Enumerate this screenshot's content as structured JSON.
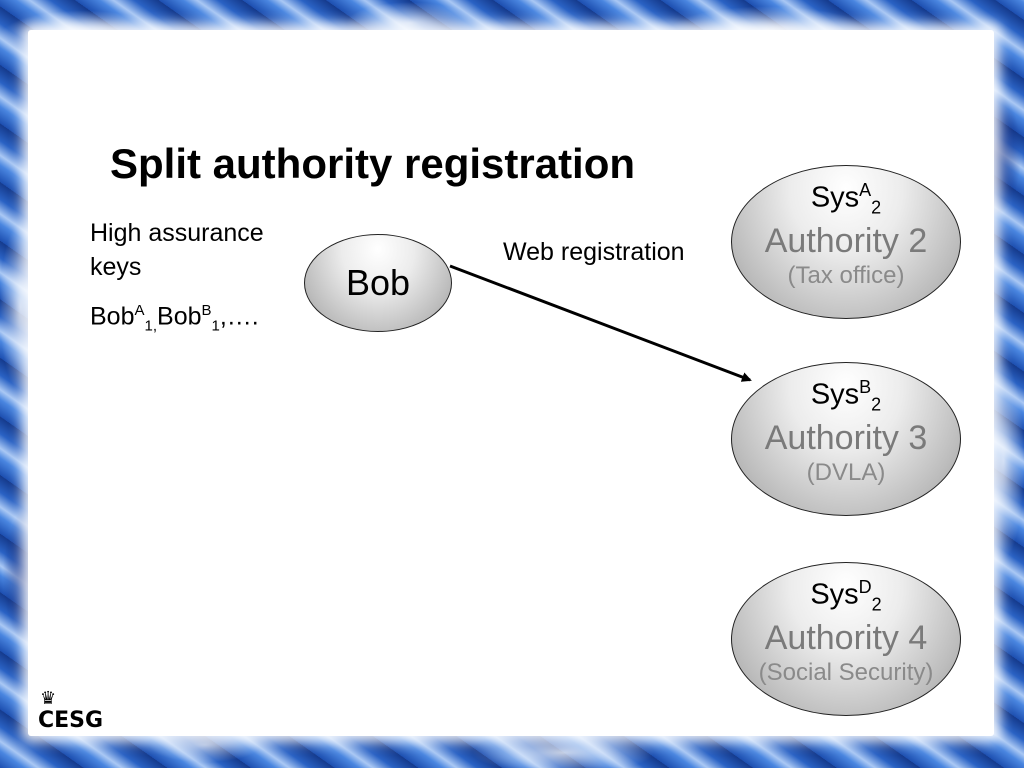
{
  "slide": {
    "title": "Split authority registration",
    "keys_label": "High assurance keys",
    "keys_list": {
      "k1_base": "Bob",
      "k1_sup": "A",
      "k1_sub": "1,",
      "k2_base": "Bob",
      "k2_sup": "B",
      "k2_sub": "1",
      "tail": ",…."
    },
    "web_label": "Web registration",
    "bob": "Bob",
    "authorities": [
      {
        "sys": "Sys",
        "sup": "A",
        "sub": "2",
        "name": "Authority 2",
        "dept": "(Tax office)"
      },
      {
        "sys": "Sys",
        "sup": "B",
        "sub": "2",
        "name": "Authority 3",
        "dept": "(DVLA)"
      },
      {
        "sys": "Sys",
        "sup": "D",
        "sub": "2",
        "name": "Authority 4",
        "dept": "(Social Security)"
      }
    ],
    "logo": "CESG",
    "connections": [
      {
        "from": "Bob",
        "to": "Authority 3",
        "label": "Web registration"
      }
    ]
  }
}
